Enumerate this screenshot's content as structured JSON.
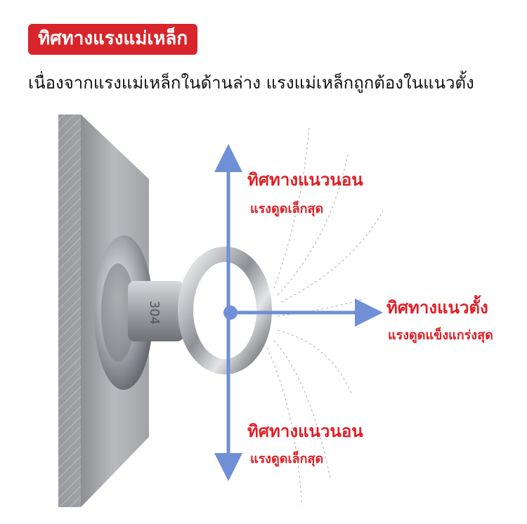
{
  "title": "ทิศทางแรงแม่เหล็ก",
  "subtitle": "เนื่องจากแรงแม่เหล็กในด้านล่าง แรงแม่เหล็กถูกต้องในแนวตั้ง",
  "hook_marking": "304",
  "directions": {
    "top": {
      "label": "ทิศทางแนวนอน",
      "sub": "แรงดูดเล็กสุด"
    },
    "right": {
      "label": "ทิศทางแนวตั้ง",
      "sub": "แรงดูดแข็งแกร่งสุด"
    },
    "bottom": {
      "label": "ทิศทางแนวนอน",
      "sub": "แรงดูดเล็กสุด"
    }
  },
  "colors": {
    "badge": "#d8242a",
    "label": "#e01f26",
    "arrow": "#6f8fd6"
  }
}
